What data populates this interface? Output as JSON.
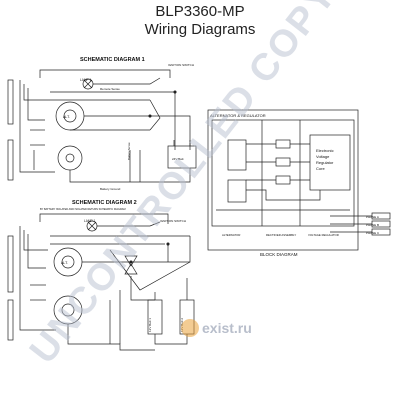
{
  "header": {
    "part_number": "BLP3360-MP",
    "subtitle": "Wiring Diagrams"
  },
  "schematic1": {
    "title": "SCHEMATIC DIAGRAM 1",
    "lamp": "LAMP 1",
    "alt": "ALT.",
    "ignition_switch": "IGNITION SWITCH",
    "battery_sense": "Battery Sense",
    "battery_ground": "Battery Ground",
    "rheostat": "Remote Sense",
    "battery": "24V Batt"
  },
  "schematic2": {
    "title": "SCHEMATIC DIAGRAM 2",
    "note": "BY BATTERY ISOLATED AND ISOLATED RETURN SCHEMATIC DIAGRAM",
    "lamp": "LAMP 1",
    "alt": "ALT.",
    "ignition_switch": "IGNITION SWITCH",
    "battery1": "12V Batt 1",
    "battery2": "12V Batt 2"
  },
  "block": {
    "header": "ALTERNATOR & REGULATOR",
    "regulator_label": [
      "Electronic",
      "Voltage",
      "Regulator",
      "Core"
    ],
    "col1": "ALTERNATOR",
    "col2": "RECTIFIER ASSEMBLY",
    "col3": "VOLTAGE REGULATOR",
    "phase_a": "PHASE A",
    "phase_b": "PHASE B",
    "phase_c": "PHASE C",
    "footer": "BLOCK DIAGRAM"
  },
  "watermark": {
    "text": "UNCONTROLLED COPY",
    "site": "exist.ru"
  }
}
